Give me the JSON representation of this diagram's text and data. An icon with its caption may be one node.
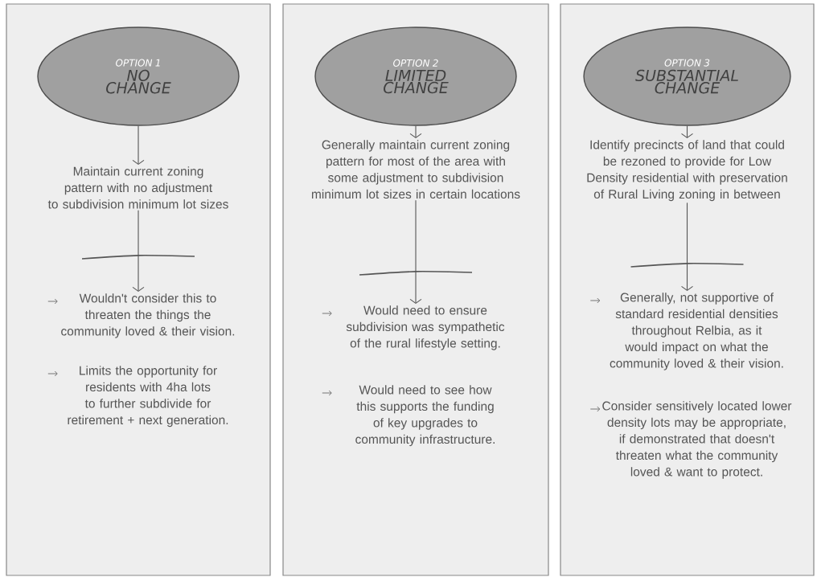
{
  "diagram": {
    "nodes": [
      {
        "text": [],
        "shape": "box"
      },
      {
        "text": [
          "OPTION 1",
          "NO CHANGE"
        ],
        "in": 0
      },
      {
        "text": [
          "Maintain current zoning pattern with no adjustment to subdivision minimum lot sizes"
        ],
        "in": 0
      },
      {
        "text": [
          "Wouldn't consider this to threaten the things the community loved & their vision."
        ],
        "in": 0
      },
      {
        "text": [
          "Limits the opportunity for residents with 4ha lots to further subdivide for retirement + next generation."
        ],
        "in": 0
      },
      {
        "text": [],
        "shape": "box"
      },
      {
        "text": [
          "OPTION 2",
          "LIMITED CHANGE"
        ],
        "in": 5
      },
      {
        "text": [
          "Generally maintain current zoning pattern for most of the area with some adjustment to subdivision minimum lot sizes in certain locations"
        ],
        "in": 5
      },
      {
        "text": [
          "Would need to ensure subdivision was sympathetic of the rural lifestyle setting."
        ],
        "in": 5
      },
      {
        "text": [
          "Would need to see how this supports the funding of key upgrades to community infrastructure."
        ],
        "in": 5
      },
      {
        "text": [],
        "shape": "box"
      },
      {
        "text": [
          "OPTION 3",
          "SUBSTANTIAL CHANGE"
        ],
        "in": 10
      },
      {
        "text": [
          "Identify precincts of land that could be rezoned to provide for Low Density residential with preservation of Rural Living zoning in between"
        ],
        "in": 10
      },
      {
        "text": [
          "Generally, not supportive of standard residential densities throughout Relbia, as it would impact on what the community loved & their vision."
        ],
        "in": 10
      },
      {
        "text": [
          "Consider sensitively located lower density lots may be appropriate, if demonstrated that doesn't threaten what the community loved & want to protect."
        ],
        "in": 10
      }
    ],
    "edges": [
      {
        "from": 1,
        "to": 2,
        "arrow": "to"
      },
      {
        "from": 2,
        "to": 3,
        "arrow": "to"
      },
      {
        "from": 6,
        "to": 7,
        "arrow": "to"
      },
      {
        "from": 7,
        "to": 8,
        "arrow": "to"
      },
      {
        "from": 11,
        "to": 12,
        "arrow": "to"
      },
      {
        "from": 12,
        "to": 13,
        "arrow": "to"
      }
    ]
  }
}
